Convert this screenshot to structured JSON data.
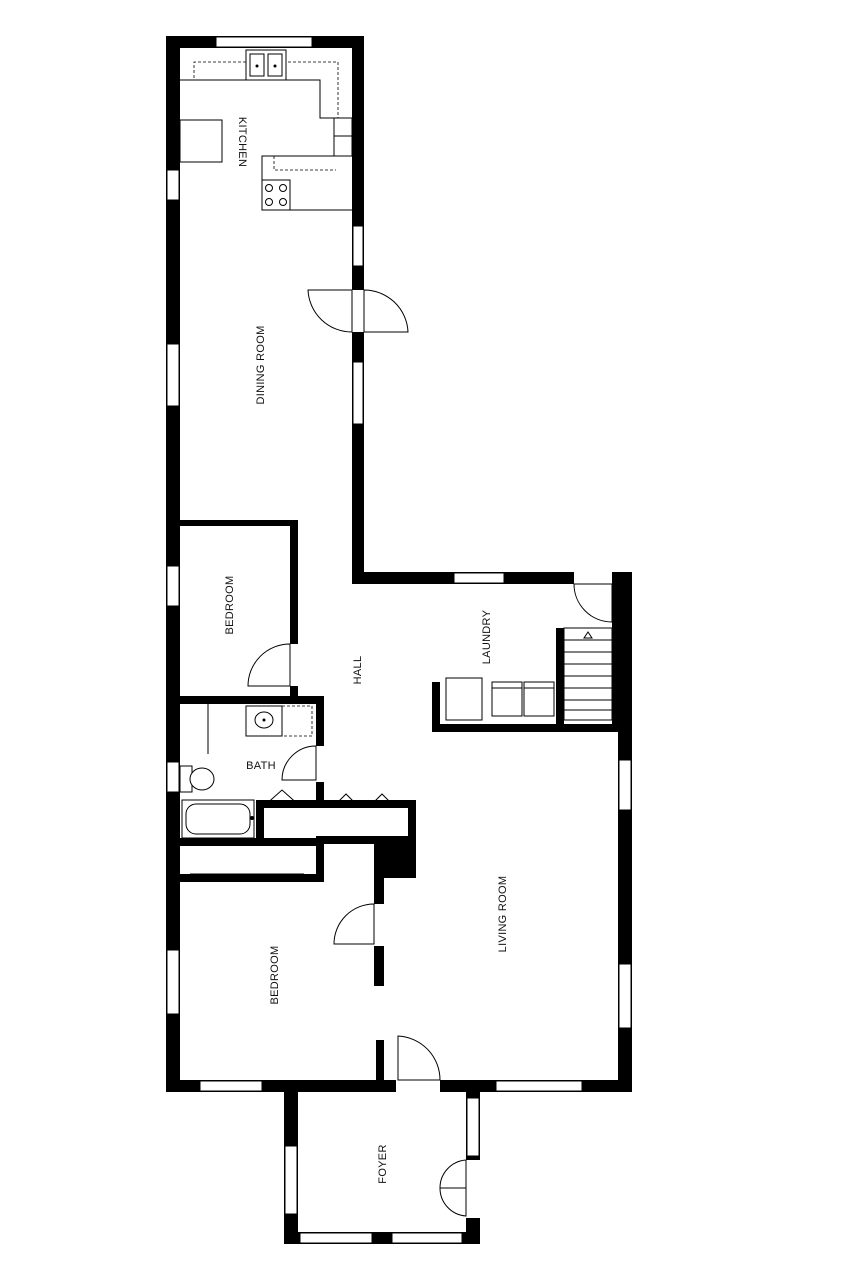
{
  "floorplan": {
    "rooms": {
      "kitchen": "KITCHEN",
      "dining_room": "DINING ROOM",
      "bedroom_small": "BEDROOM",
      "hall": "HALL",
      "laundry": "LAUNDRY",
      "bath": "BATH",
      "living_room": "LIVING ROOM",
      "bedroom_large": "BEDROOM",
      "foyer": "FOYER"
    },
    "colors": {
      "wall": "#000000",
      "background": "#ffffff"
    }
  }
}
